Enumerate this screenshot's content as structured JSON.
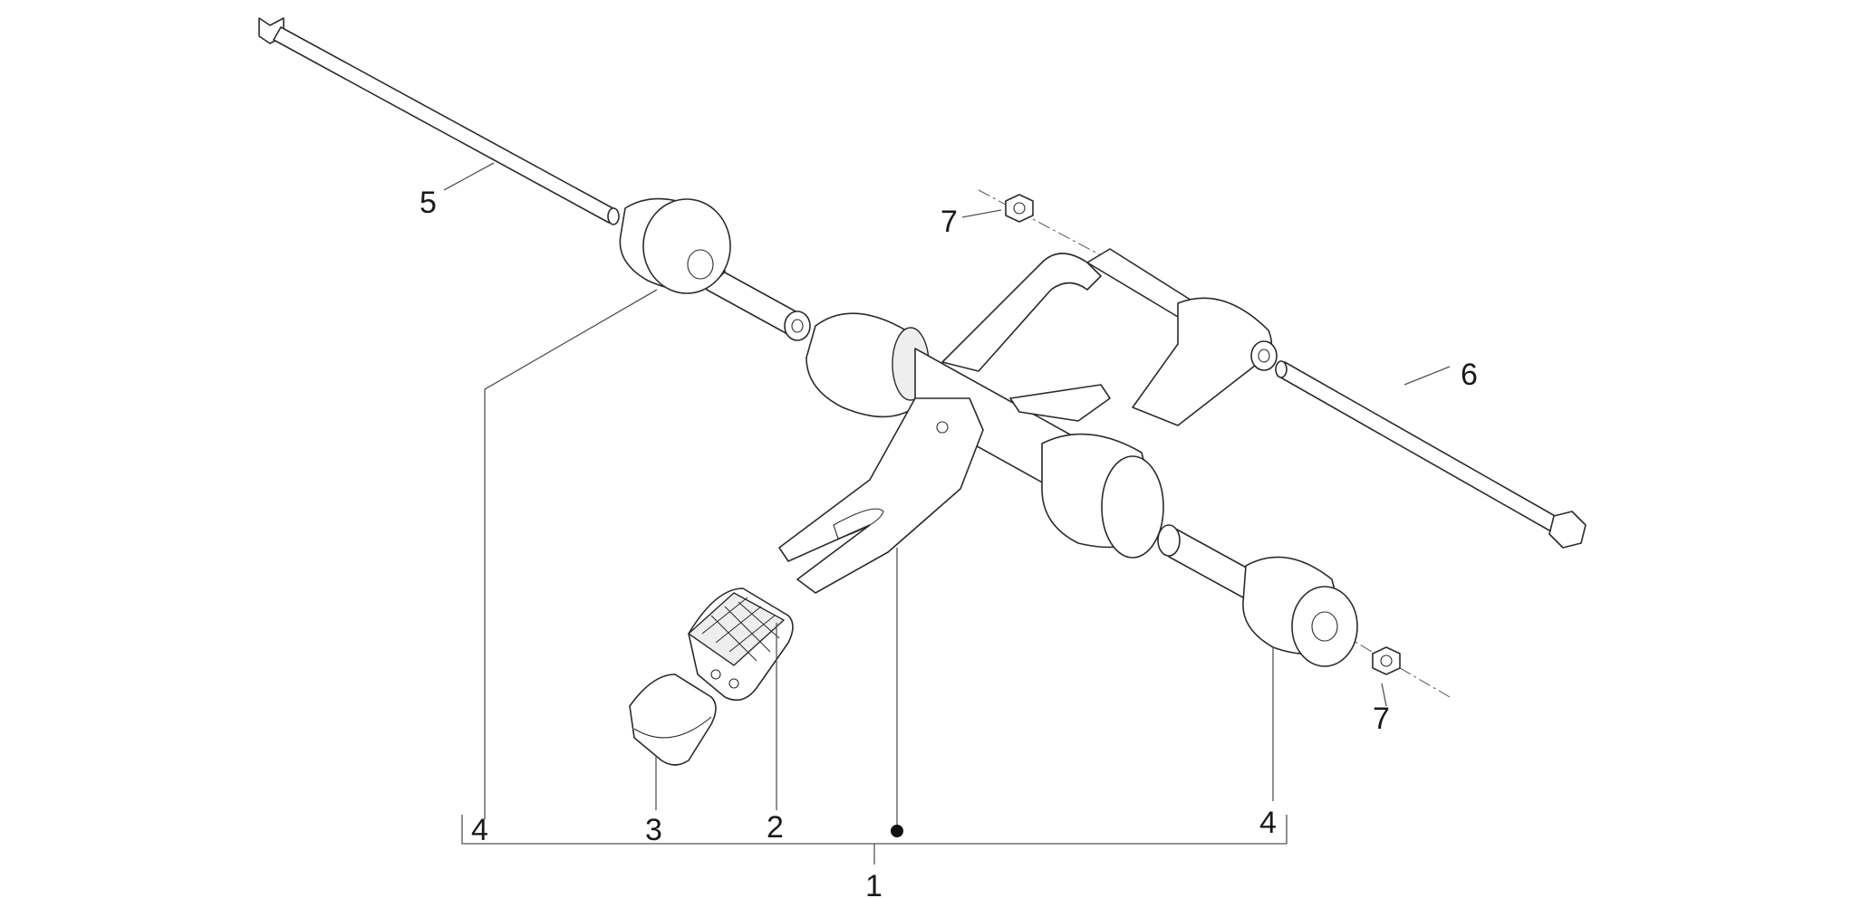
{
  "diagram": {
    "callouts": {
      "c1": "1",
      "c2": "2",
      "c3": "3",
      "c4_left": "4",
      "c4_right": "4",
      "c5": "5",
      "c6": "6",
      "c7_top": "7",
      "c7_bottom": "7"
    },
    "line_color": "#2b2b2b",
    "background": "#ffffff"
  }
}
